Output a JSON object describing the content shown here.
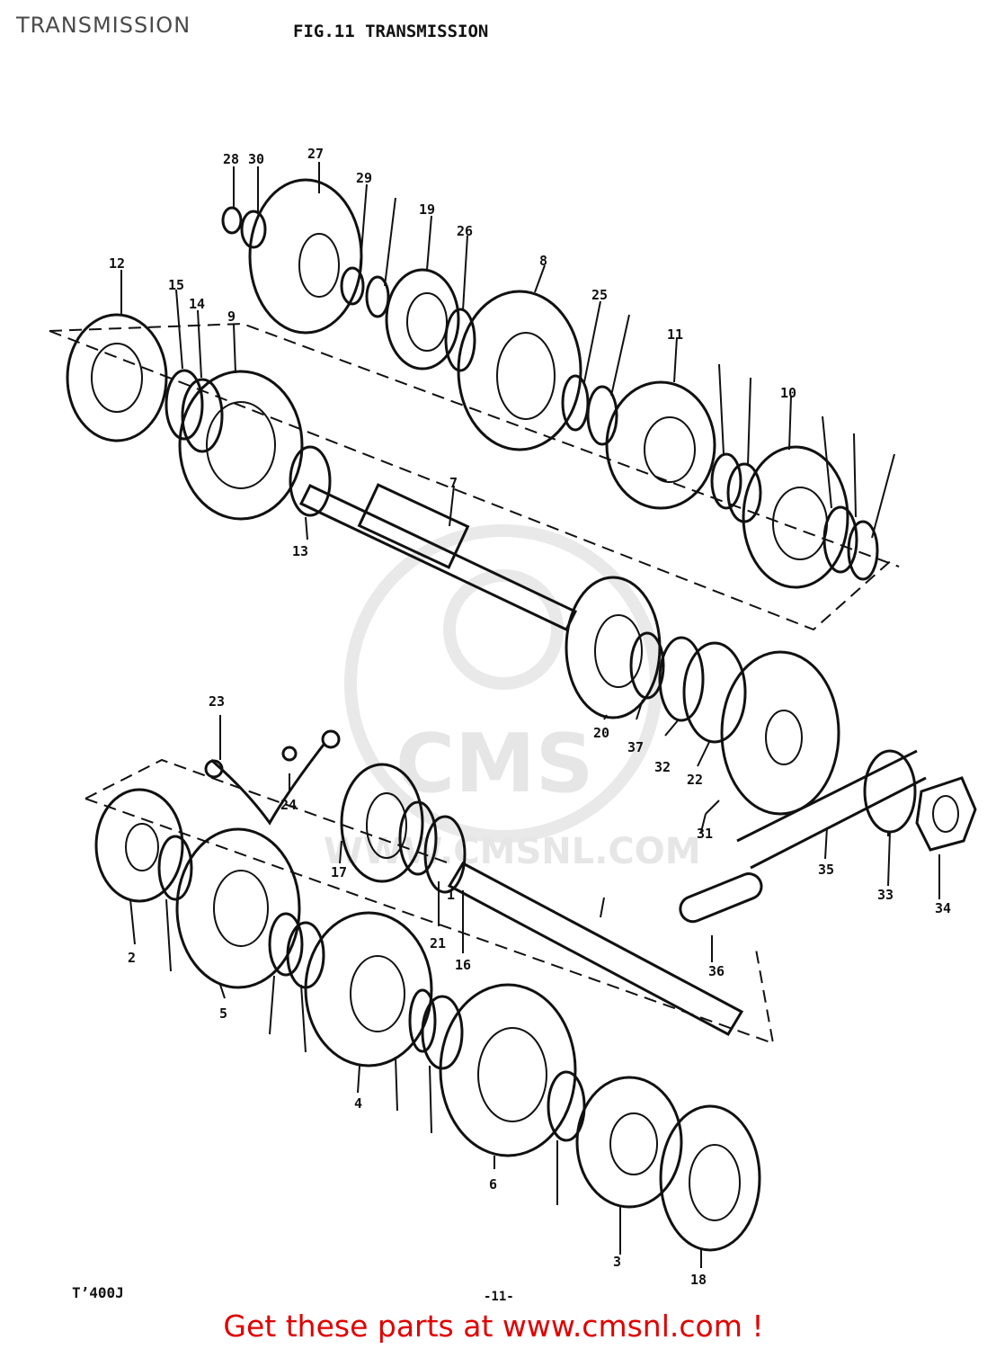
{
  "header": {
    "section_title": "TRANSMISSION",
    "figure_title": "FIG.11  TRANSMISSION"
  },
  "footer": {
    "model_code": "T’400J",
    "page_number": "-11-",
    "promo_text": "Get these parts at www.cmsnl.com !"
  },
  "watermark": {
    "brand": "CMS",
    "url": "WWW.CMSNL.COM"
  },
  "part_labels": [
    "1",
    "2",
    "3",
    "4",
    "5",
    "6",
    "7",
    "8",
    "9",
    "10",
    "11",
    "12",
    "13",
    "14",
    "15",
    "16",
    "17",
    "18",
    "19",
    "20",
    "21",
    "22",
    "23",
    "24",
    "25",
    "26",
    "27",
    "28",
    "29",
    "30",
    "31",
    "32",
    "33",
    "34",
    "35",
    "36",
    "37"
  ],
  "colors": {
    "line_art": "#111111",
    "footer_text": "#e00000",
    "watermark": "#e6e6e6"
  }
}
